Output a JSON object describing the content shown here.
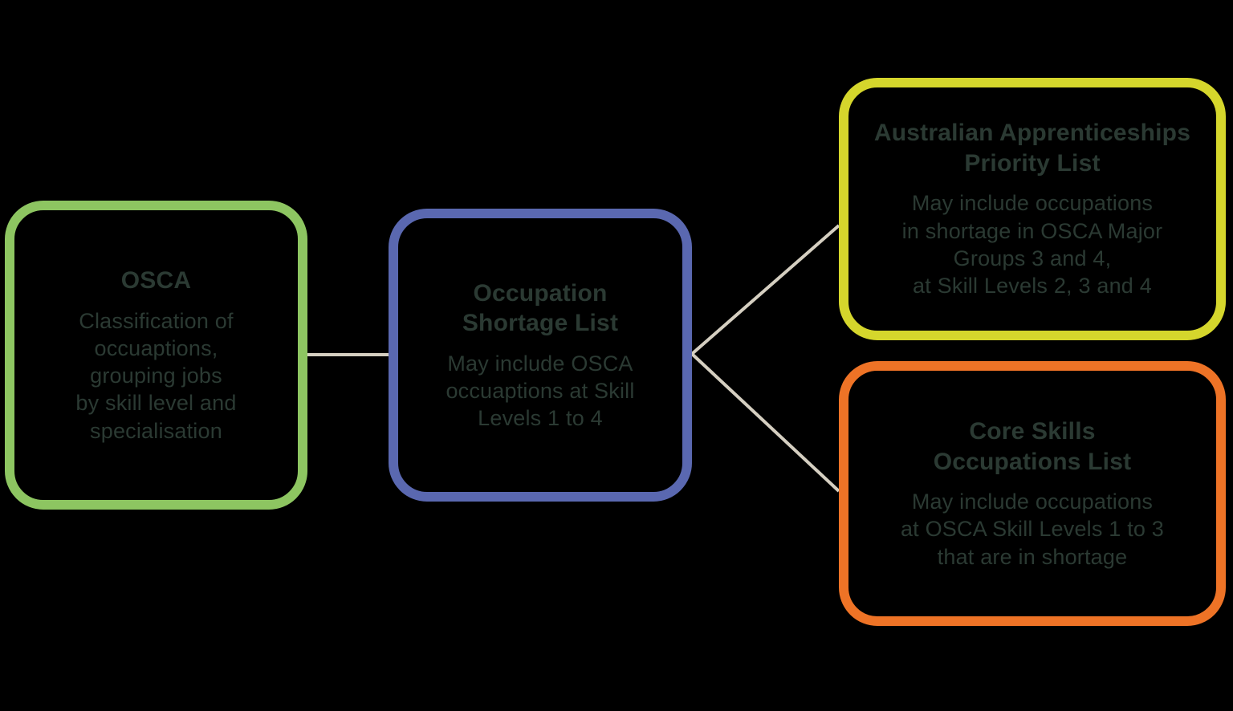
{
  "diagram": {
    "background_color": "#000000",
    "text_color": "#2B3A33",
    "connector_color": "#D5CFC1",
    "boxes": {
      "osca": {
        "border_color": "#8DC561",
        "title": "OSCA",
        "body": "Classification of\noccuaptions,\ngrouping jobs\nby skill level and\nspecialisation"
      },
      "occupation_shortage_list": {
        "border_color": "#5A68B0",
        "title": "Occupation\nShortage List",
        "body": "May include OSCA\noccuaptions at Skill\nLevels 1 to 4"
      },
      "australian_apprenticeships_priority_list": {
        "border_color": "#D5D62C",
        "title": "Australian Apprenticeships\nPriority List",
        "body": "May include occupations\nin shortage in OSCA Major\nGroups 3 and 4,\nat Skill Levels 2, 3 and 4"
      },
      "core_skills_occupations_list": {
        "border_color": "#EE7326",
        "title": "Core Skills\nOccupations List",
        "body": "May include occupations\nat OSCA Skill Levels 1 to 3\nthat are in shortage"
      }
    },
    "connections": {
      "osca_to_osl": "OSCA — Occupation Shortage List",
      "osl_to_aapl": "Occupation Shortage List — Australian Apprenticeships Priority List",
      "osl_to_csol": "Occupation Shortage List — Core Skills Occupations List"
    }
  }
}
